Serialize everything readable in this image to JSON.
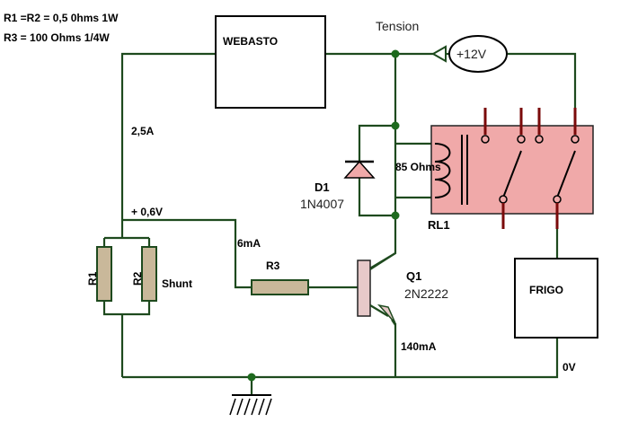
{
  "notes": {
    "line1": "R1 =R2 = 0,5 0hms 1W",
    "line2": "R3 = 100 Ohms  1/4W"
  },
  "components": {
    "webasto": "WEBASTO",
    "frigo": "FRIGO",
    "r1": "R1",
    "r2": "R2",
    "shunt": "Shunt",
    "r3": "R3",
    "d1_name": "D1",
    "d1_part": "1N4007",
    "coil": "85 Ohms",
    "rl1": "RL1",
    "q1_name": "Q1",
    "q1_part": "2N2222",
    "supply": "+12V"
  },
  "annotations": {
    "tension": "Tension",
    "current_main": "2,5A",
    "voltage_shunt": "+ 0,6V",
    "current_base": "6mA",
    "current_collector": "140mA",
    "ground_ref": "0V"
  },
  "colors": {
    "wire": "#1e4a1e",
    "node": "#1e6a1e",
    "component": "#f0a9a9",
    "transistor": "#e7c9c9",
    "resistor_body": "#c9b89a"
  }
}
